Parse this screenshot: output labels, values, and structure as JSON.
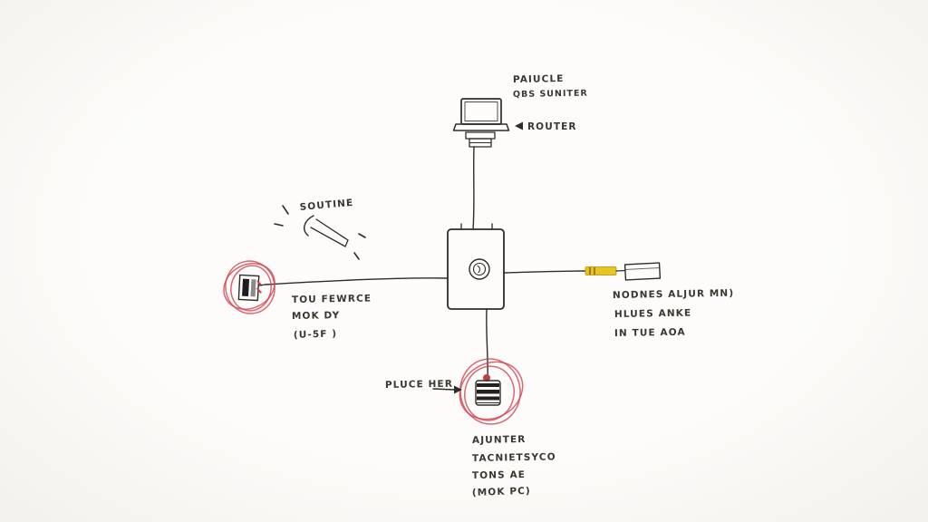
{
  "labels": {
    "top": {
      "line1": "PAIUCLE",
      "line2": "QBS SUNITER",
      "router": "ROUTER"
    },
    "sketch": {
      "label": "SOUTINE"
    },
    "left": {
      "line1": "TOU FEWRCE",
      "line2": "MOK DY",
      "line3": "(U-5F )"
    },
    "right": {
      "line1": "NODNES ALJUR MN)",
      "line2": "HLUES ANKE",
      "line3": "IN TUE AOA"
    },
    "place_here": {
      "label": "PLUCE HER"
    },
    "bottom": {
      "line1": "AJUNTER",
      "line2": "TACNIETSYCO",
      "line3": "TONS AE",
      "line4": "(MOK PC)"
    }
  },
  "colors": {
    "ink": "#2e2c29",
    "text": "#3b362f",
    "red": "#cf4250",
    "yellow": "#e7c41f",
    "paper": "#fcfbf8"
  }
}
